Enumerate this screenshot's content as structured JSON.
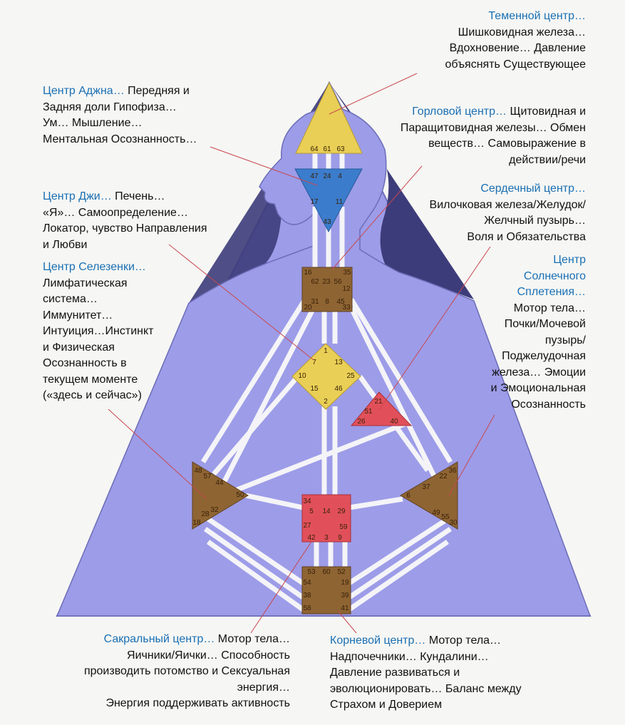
{
  "centers": {
    "crown": {
      "heading": "Теменной центр…",
      "lines": [
        "Шишковидная железа…",
        "Вдохновение… Давление",
        "объяснять Существующее"
      ],
      "gates": [
        "64",
        "61",
        "63"
      ]
    },
    "ajna": {
      "heading": "Центр Аджна…",
      "first": " Передняя и",
      "lines": [
        "Задняя доли Гипофиза…",
        "Ум… Мышление…",
        "Ментальная  Осознанность…"
      ],
      "gates": [
        "47",
        "24",
        "4",
        "17",
        "11",
        "43"
      ]
    },
    "throat": {
      "heading": "Горловой центр…",
      "first": " Щитовидная и",
      "lines": [
        "Паращитовидная железы… Обмен",
        "веществ… Самовыражение в",
        "действии/речи"
      ],
      "gates": [
        "16",
        "62",
        "23",
        "56",
        "35",
        "12",
        "45",
        "20",
        "31",
        "8",
        "33"
      ]
    },
    "heart": {
      "heading": "Сердечный центр…",
      "lines": [
        "Вилочковая железа/Желудок/",
        "Желчный пузырь…",
        "Воля и Обязательства"
      ],
      "gates": [
        "21",
        "51",
        "26",
        "40"
      ]
    },
    "g": {
      "heading": "Центр Джи…",
      "first": " Печень…",
      "lines": [
        "«Я»… Самоопределение…",
        "Локатор, чувство Направления",
        "и Любви"
      ],
      "gates": [
        "1",
        "7",
        "13",
        "10",
        "25",
        "15",
        "46",
        "2"
      ]
    },
    "spleen": {
      "heading": "Центр Селезенки…",
      "lines": [
        "Лимфатическая",
        "система…",
        "Иммунитет…",
        "Интуиция…Инстинкт",
        "и Физическая",
        "Осознанность в",
        "текущем моменте",
        "(«здесь и сейчас»)"
      ],
      "gates": [
        "48",
        "57",
        "44",
        "50",
        "32",
        "28",
        "18"
      ]
    },
    "solar_plexus": {
      "heading_lines": [
        "Центр",
        "Солнечного",
        "Сплетения…"
      ],
      "lines": [
        "Мотор тела…",
        "Почки/Мочевой",
        "пузырь/",
        "Поджелудочная",
        "железа… Эмоции",
        "и Эмоциональная",
        "Осознанность"
      ],
      "gates": [
        "36",
        "22",
        "37",
        "6",
        "49",
        "55",
        "30"
      ]
    },
    "sacral": {
      "heading": "Сакральный центр…",
      "first": " Мотор тела…",
      "lines": [
        "Яичники/Яички… Способность",
        "производить потомство и Сексуальная",
        "энергия…",
        "Энергия поддерживать активность"
      ],
      "gates": [
        "34",
        "5",
        "14",
        "29",
        "27",
        "59",
        "42",
        "3",
        "9"
      ]
    },
    "root": {
      "heading": "Корневой центр…",
      "first": " Мотор тела…",
      "lines": [
        "Надпочечники… Кундалини…",
        "Давление развиваться и",
        "эволюционировать…  Баланс между",
        "Страхом и Доверием"
      ],
      "gates": [
        "53",
        "60",
        "52",
        "54",
        "19",
        "38",
        "39",
        "58",
        "41"
      ]
    }
  },
  "colors": {
    "background": "#f6f6f4",
    "body": "#9d9ce8",
    "body_outline": "#6c6cb8",
    "hair": "#3d3c7a",
    "heading": "#1a6fb3",
    "yellow": "#e9cf55",
    "blue": "#3b7ccc",
    "brown": "#8e6433",
    "red": "#e1505a",
    "channel": "#f4f4f8",
    "pointer": "#c8484e"
  }
}
